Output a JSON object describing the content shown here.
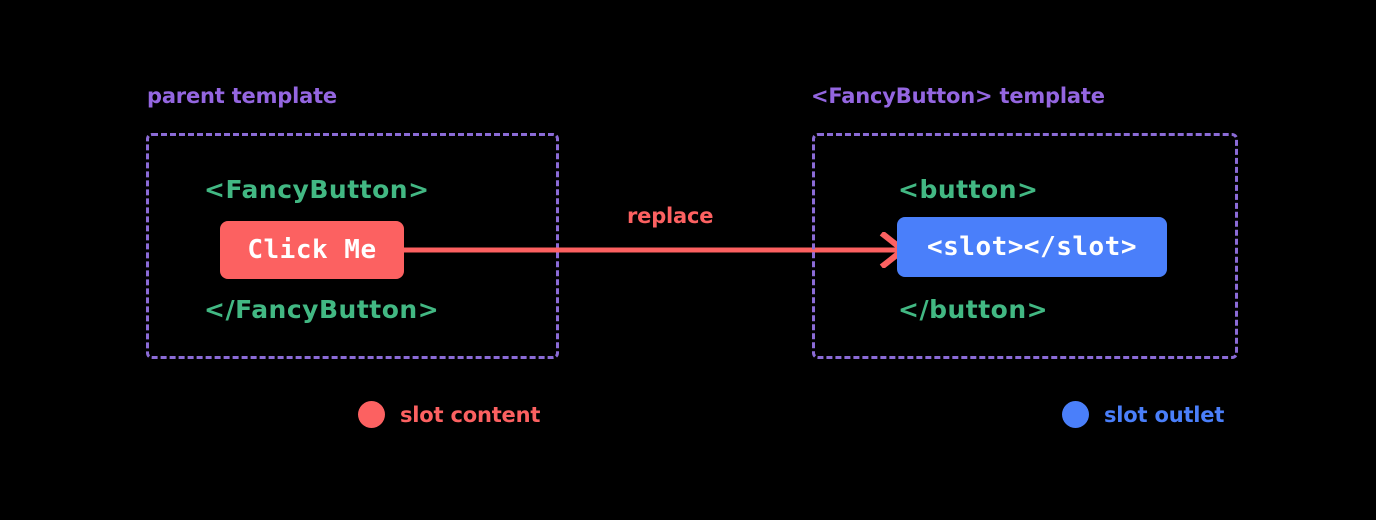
{
  "diagram": {
    "title": "Vue slot content and slot outlet diagram",
    "background_color": "#000000",
    "colors": {
      "heading_purple": "#9466e0",
      "border_purple": "#8b6bd6",
      "tag_green": "#42b883",
      "slot_content_red": "#fc6161",
      "slot_outlet_blue": "#4a7ffa",
      "pill_text": "#ffffff"
    }
  },
  "panels": {
    "parent": {
      "heading": "parent template",
      "open_tag": "<FancyButton>",
      "close_tag": "</FancyButton>",
      "pill_label": "Click Me",
      "pill_role": "slot content"
    },
    "fancy": {
      "heading": "<FancyButton> template",
      "open_tag": "<button>",
      "close_tag": "</button>",
      "pill_label": "<slot></slot>",
      "pill_role": "slot outlet"
    }
  },
  "arrow": {
    "label": "replace",
    "direction": "left-to-right",
    "color": "#fc6161"
  },
  "legend": {
    "items": [
      {
        "label": "slot content",
        "color": "#fc6161",
        "icon": "filled-circle-icon"
      },
      {
        "label": "slot outlet",
        "color": "#4a7ffa",
        "icon": "filled-circle-icon"
      }
    ]
  }
}
